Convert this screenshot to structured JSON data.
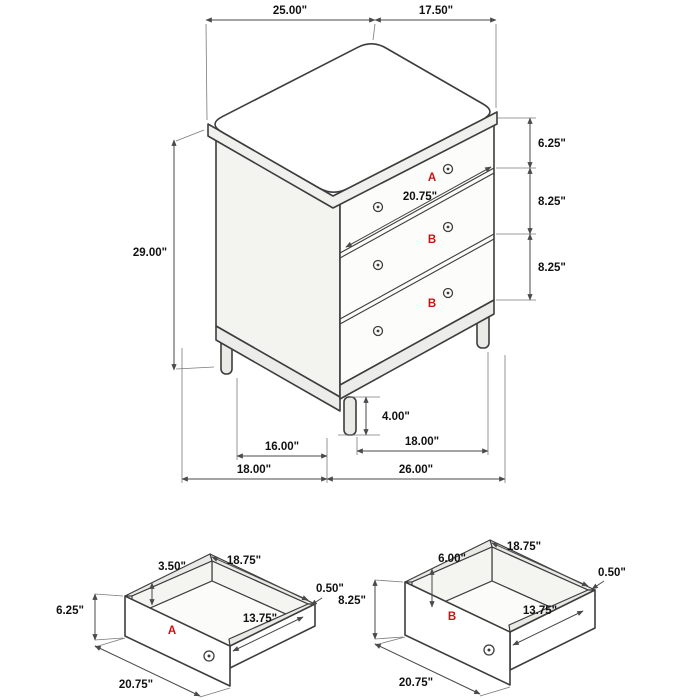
{
  "colors": {
    "line": "#3d3d3d",
    "dim": "#4a4a4a",
    "accent_red": "#cc1111",
    "background": "#ffffff"
  },
  "chest": {
    "dim_top_left": "25.00\"",
    "dim_top_right": "17.50\"",
    "dim_height": "29.00\"",
    "dim_drawer1": "6.25\"",
    "dim_drawer2": "8.25\"",
    "dim_drawer3": "8.25\"",
    "dim_drawer_width": "20.75\"",
    "dim_leg": "4.00\"",
    "dim_base_16": "16.00\"",
    "dim_base_18_right": "18.00\"",
    "dim_base_18_left": "18.00\"",
    "dim_base_26": "26.00\"",
    "marker_a": "A",
    "marker_b1": "B",
    "marker_b2": "B"
  },
  "drawer_a": {
    "dim_side_height": "3.50\"",
    "dim_opening_width": "18.75\"",
    "dim_front_height": "6.25\"",
    "dim_thickness": "0.50\"",
    "dim_opening_depth": "13.75\"",
    "marker": "A",
    "dim_width": "20.75\""
  },
  "drawer_b": {
    "dim_side_height": "6.00\"",
    "dim_opening_width": "18.75\"",
    "dim_front_height": "8.25\"",
    "dim_thickness": "0.50\"",
    "dim_opening_depth": "13.75\"",
    "marker": "B",
    "dim_width": "20.75\""
  }
}
